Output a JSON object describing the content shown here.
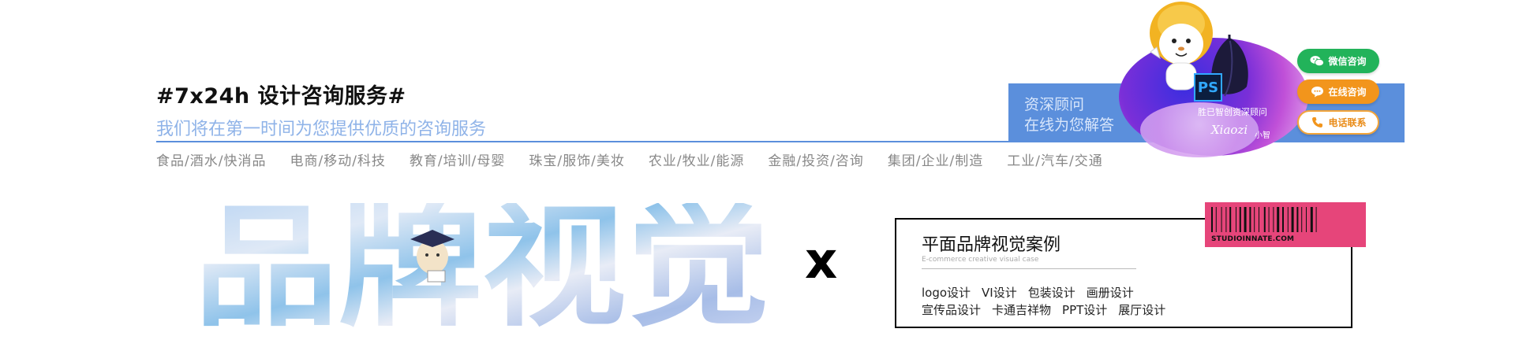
{
  "header": {
    "headline": "#7x24h 设计咨询服务#",
    "subline": "我们将在第一时间为您提供优质的咨询服务"
  },
  "industries": [
    "食品/酒水/快消品",
    "电商/移动/科技",
    "教育/培训/母婴",
    "珠宝/服饰/美妆",
    "农业/牧业/能源",
    "金融/投资/咨询",
    "集团/企业/制造",
    "工业/汽车/交通"
  ],
  "consult": {
    "line1": "资深顾问",
    "line2": "在线为您解答",
    "ps_label": "PS",
    "advisor_label": "胜已智创资深顾问",
    "signature": "Xiaozi",
    "signature_name": "小智"
  },
  "buttons": {
    "wechat": "微信咨询",
    "online": "在线咨询",
    "phone": "电话联系"
  },
  "brand": {
    "title": "品牌视觉",
    "x_mark": "x"
  },
  "case": {
    "title": "平面品牌视觉案例",
    "subtitle": "E-commerce creative visual case",
    "row1": [
      "logo设计",
      "VI设计",
      "包装设计",
      "画册设计"
    ],
    "row2": [
      "宣传品设计",
      "卡通吉祥物",
      "PPT设计",
      "展厅设计"
    ]
  },
  "barcode": {
    "text": "STUDIOINNATE.COM"
  },
  "colors": {
    "accent_blue": "#5b8fdc",
    "wechat_green": "#22b35a",
    "online_orange": "#f2951c",
    "barcode_pink": "#e6457a"
  }
}
